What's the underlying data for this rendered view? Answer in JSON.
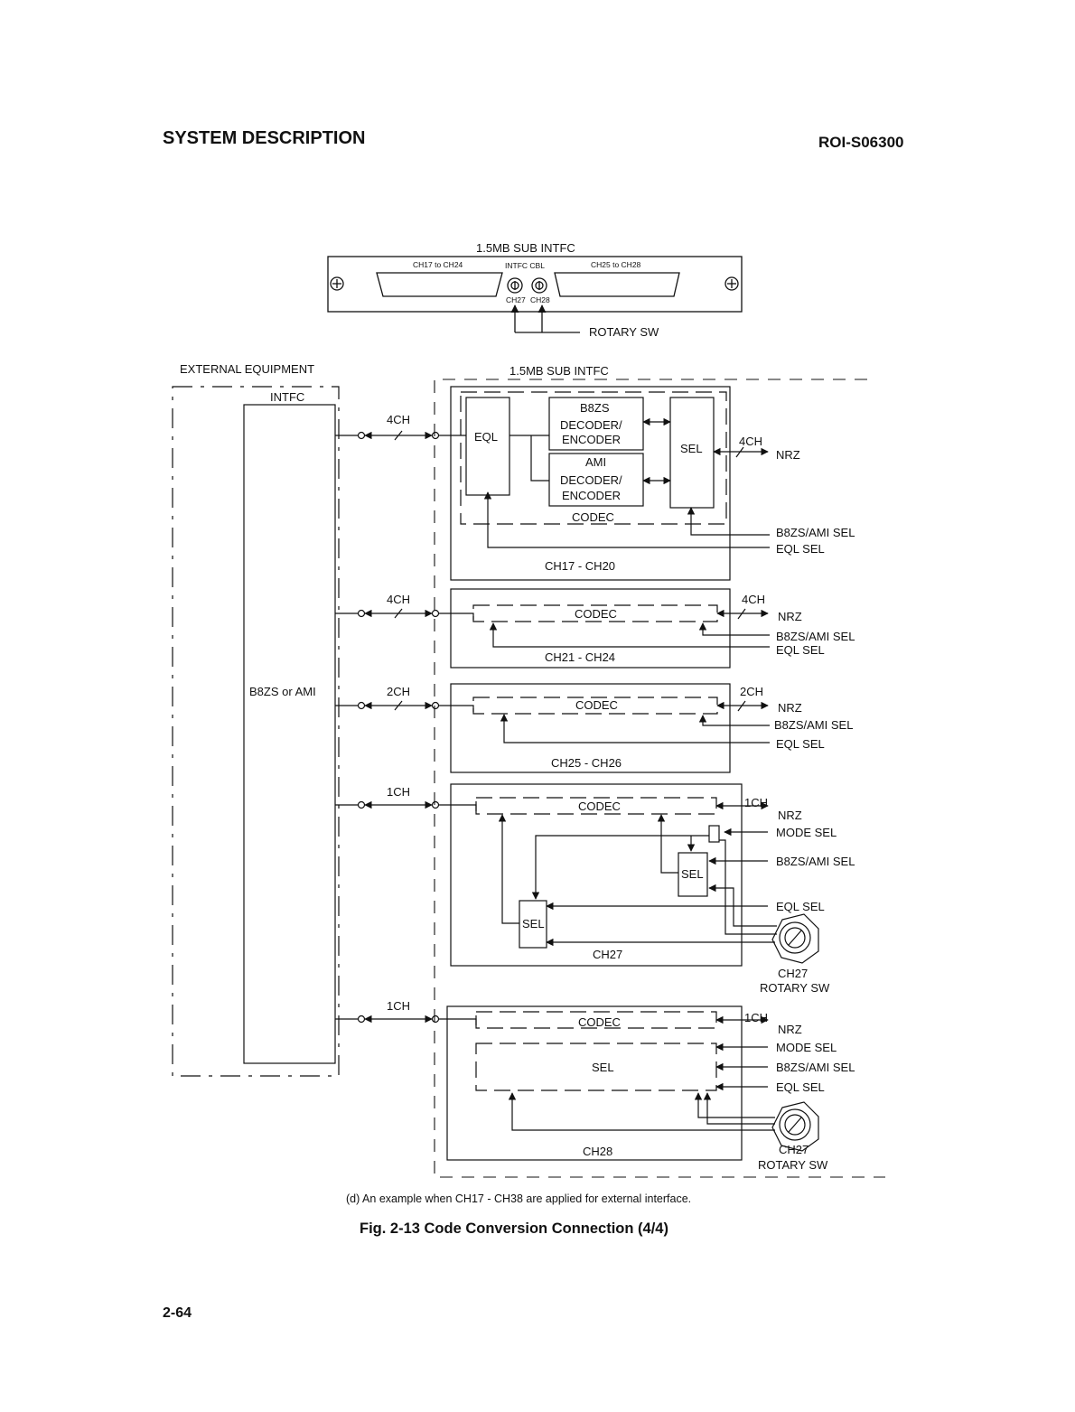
{
  "header": {
    "section_title": "SYSTEM DESCRIPTION",
    "doc_id": "ROI-S06300"
  },
  "panel": {
    "title": "1.5MB SUB INTFC",
    "conn_left": "CH17 to CH24",
    "intfc_cbl": "INTFC CBL",
    "conn_right": "CH25 to CH28",
    "sw1": "CH27",
    "sw2": "CH28",
    "rotary": "ROTARY SW"
  },
  "diagram": {
    "ext_equipment": "EXTERNAL EQUIPMENT",
    "intfc": "INTFC",
    "b8zs_or_ami": "B8ZS or AMI",
    "sub_intfc": "1.5MB SUB INTFC",
    "links": {
      "ch4": "4CH",
      "ch2": "2CH",
      "ch1": "1CH"
    },
    "block1": {
      "eql": "EQL",
      "b8zs": "B8ZS",
      "decoder": "DECODER/",
      "encoder": "ENCODER",
      "ami": "AMI",
      "sel": "SEL",
      "codec": "CODEC",
      "label": "CH17 - CH20"
    },
    "block2": {
      "codec": "CODEC",
      "label": "CH21 - CH24"
    },
    "block3": {
      "codec": "CODEC",
      "label": "CH25 - CH26"
    },
    "block4": {
      "codec": "CODEC",
      "sel": "SEL",
      "label": "CH27"
    },
    "block5": {
      "codec": "CODEC",
      "sel": "SEL",
      "label": "CH28"
    },
    "right": {
      "nrz": "NRZ",
      "b8zs_ami_sel": "B8ZS/AMI SEL",
      "eql_sel": "EQL SEL",
      "mode_sel": "MODE SEL",
      "ch27": "CH27",
      "rotary_sw": "ROTARY SW"
    }
  },
  "caption": "(d) An example when CH17 - CH38 are applied for external interface.",
  "figure_title": "Fig. 2-13  Code Conversion Connection (4/4)",
  "page_number": "2-64"
}
